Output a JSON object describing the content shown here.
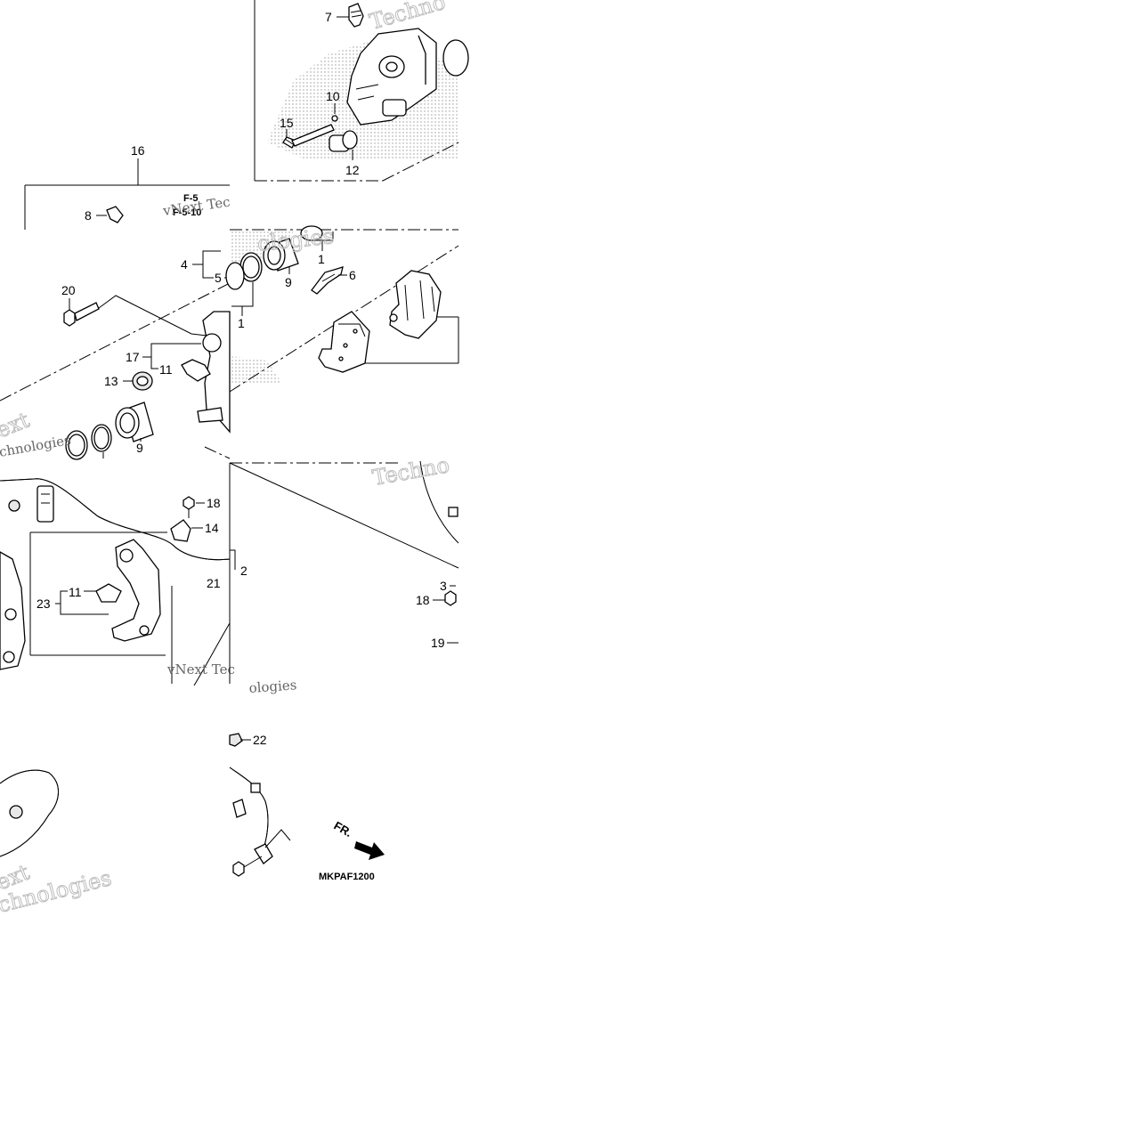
{
  "diagram": {
    "code": "MKPAF1200",
    "direction_label": "FR.",
    "ref_labels": [
      "F-5",
      "F-5-10"
    ],
    "watermark": {
      "word1": "Technologies",
      "word2": "vNext",
      "word3": "vNext Tec",
      "word4": "ologies",
      "word5": "Techno",
      "word6": "ext",
      "word7": "chnologies"
    },
    "parts": {
      "p1a": "1",
      "p1b": "1",
      "p2": "2",
      "p3": "3",
      "p4": "4",
      "p5": "5",
      "p6": "6",
      "p7": "7",
      "p8": "8",
      "p9a": "9",
      "p9b": "9",
      "p10": "10",
      "p11a": "11",
      "p11b": "11",
      "p12": "12",
      "p13": "13",
      "p14": "14",
      "p15": "15",
      "p16": "16",
      "p17": "17",
      "p18a": "18",
      "p18b": "18",
      "p19": "19",
      "p20": "20",
      "p21": "21",
      "p22": "22",
      "p23": "23"
    }
  }
}
